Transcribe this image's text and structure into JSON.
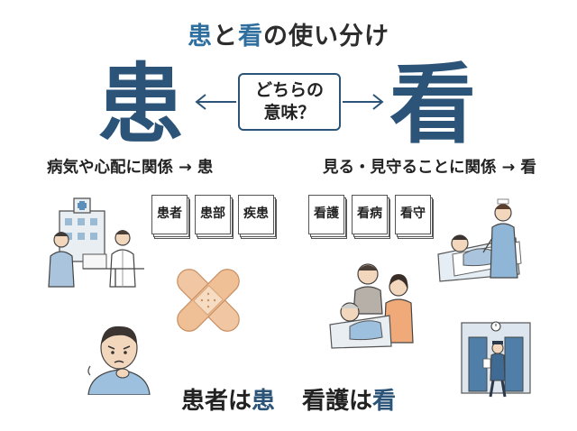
{
  "title": {
    "kanji_a": "患",
    "text_to": "と",
    "kanji_b": "看",
    "text_rest": "の使い分け"
  },
  "left_kanji": "患",
  "right_kanji": "看",
  "question": {
    "line1": "どちらの",
    "line2": "意味？"
  },
  "rules": {
    "left": "病気や心配に関係 → 患",
    "right": "見る・見守ることに関係 → 看"
  },
  "left_cards": [
    "患者",
    "患部",
    "疾患"
  ],
  "right_cards": [
    "看護",
    "看病",
    "看守"
  ],
  "summary": {
    "part1_prefix": "患者は",
    "part1_kanji": "患",
    "part2_prefix": "看護は",
    "part2_kanji": "看"
  },
  "colors": {
    "accent": "#2b5478",
    "title_accent": "#2f6f9f"
  },
  "icons": [
    "hospital-doctor-illustration",
    "bandage-icon",
    "worried-boy-illustration",
    "nurse-patient-illustration",
    "family-caregiving-illustration",
    "guard-illustration"
  ]
}
